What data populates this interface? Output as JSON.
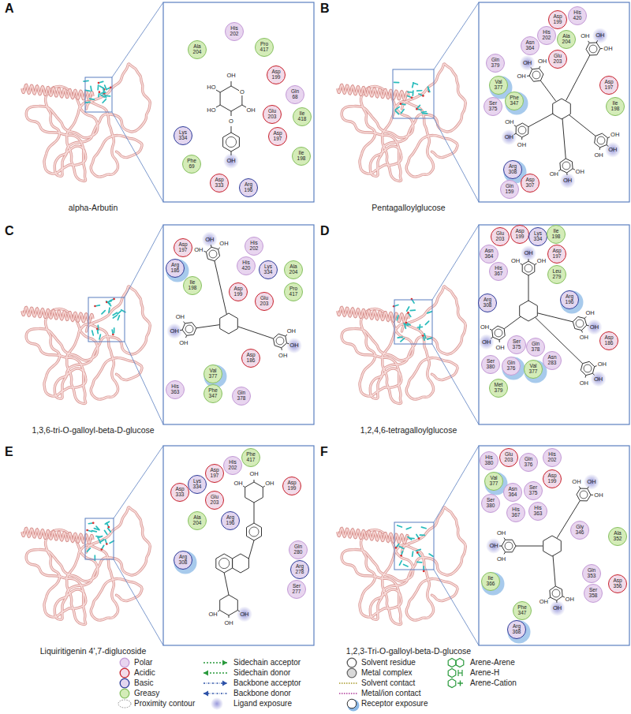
{
  "diagram": {
    "nodes": [
      {
        "text": [
          "His 202"
        ]
      },
      {
        "text": [
          "Ala 204"
        ]
      },
      {
        "text": [
          "Pro 417"
        ]
      },
      {
        "text": [
          "Asp 199"
        ]
      },
      {
        "text": [
          "Gln 68"
        ]
      },
      {
        "text": [
          "Glu 203"
        ]
      },
      {
        "text": [
          "Ile 418"
        ]
      },
      {
        "text": [
          "Asp 197"
        ]
      },
      {
        "text": [
          "Lys 334"
        ]
      },
      {
        "text": [
          "Ile 198"
        ]
      },
      {
        "text": [
          "Phe 69"
        ]
      },
      {
        "text": [
          "Asp 333"
        ]
      },
      {
        "text": [
          "Arg 196"
        ]
      },
      {
        "text": [
          "Asp 199"
        ]
      },
      {
        "text": [
          "His 420"
        ]
      },
      {
        "text": [
          "His 202"
        ]
      },
      {
        "text": [
          "Ala 204"
        ]
      },
      {
        "text": [
          "Asn 364"
        ]
      },
      {
        "text": [
          "Glu 203"
        ]
      },
      {
        "text": [
          "Gln 379"
        ]
      },
      {
        "text": [
          "Asp 197"
        ]
      },
      {
        "text": [
          "Val 377"
        ]
      },
      {
        "text": [
          "Phe 347"
        ]
      },
      {
        "text": [
          "Ser 375"
        ]
      },
      {
        "text": [
          "Ile 198"
        ]
      },
      {
        "text": [
          "Arg 308"
        ]
      },
      {
        "text": [
          "Asp 307"
        ]
      },
      {
        "text": [
          "Gln 159"
        ]
      },
      {
        "text": [
          "Asp 197"
        ]
      },
      {
        "text": [
          "His 202"
        ]
      },
      {
        "text": [
          "His 420"
        ]
      },
      {
        "text": [
          "Arg 186"
        ]
      },
      {
        "text": [
          "Lys 334"
        ]
      },
      {
        "text": [
          "Ala 204"
        ]
      },
      {
        "text": [
          "Ile 198"
        ]
      },
      {
        "text": [
          "Asp 199"
        ]
      },
      {
        "text": [
          "Pro 417"
        ]
      },
      {
        "text": [
          "Glu 203"
        ]
      },
      {
        "text": [
          "Asp 186"
        ]
      },
      {
        "text": [
          "Val 377"
        ]
      },
      {
        "text": [
          "His 363"
        ]
      },
      {
        "text": [
          "Phe 347"
        ]
      },
      {
        "text": [
          "Gln 378"
        ]
      },
      {
        "text": [
          "Glu 203"
        ]
      },
      {
        "text": [
          "Asp 199"
        ]
      },
      {
        "text": [
          "Lys 334"
        ]
      },
      {
        "text": [
          "Ile 198"
        ]
      },
      {
        "text": [
          "Asn 364"
        ]
      },
      {
        "text": [
          "Asp 197"
        ]
      },
      {
        "text": [
          "His 367"
        ]
      },
      {
        "text": [
          "Leu 279"
        ]
      },
      {
        "text": [
          "Arg 196"
        ]
      },
      {
        "text": [
          "Arg 308"
        ]
      },
      {
        "text": [
          "Asp 186"
        ]
      },
      {
        "text": [
          "Ser 375"
        ]
      },
      {
        "text": [
          "Gln 378"
        ]
      },
      {
        "text": [
          "Asn 283"
        ]
      },
      {
        "text": [
          "Ser 380"
        ]
      },
      {
        "text": [
          "Gln 376"
        ]
      },
      {
        "text": [
          "Val 377"
        ]
      },
      {
        "text": [
          "Met 379"
        ]
      },
      {
        "text": [
          "Phe 417"
        ]
      },
      {
        "text": [
          "His 202"
        ]
      },
      {
        "text": [
          "Asp 197"
        ]
      },
      {
        "text": [
          "Lys 334"
        ]
      },
      {
        "text": [
          "Asp 199"
        ]
      },
      {
        "text": [
          "Asp 333"
        ]
      },
      {
        "text": [
          "Glu 203"
        ]
      },
      {
        "text": [
          "Ala 204"
        ]
      },
      {
        "text": [
          "Arg 196"
        ]
      },
      {
        "text": [
          "Gln 280"
        ]
      },
      {
        "text": [
          "Arg 308"
        ]
      },
      {
        "text": [
          "Arg 278"
        ]
      },
      {
        "text": [
          "Ser 277"
        ]
      },
      {
        "text": [
          "His 380"
        ]
      },
      {
        "text": [
          "Glu 203"
        ]
      },
      {
        "text": [
          "Gln 376"
        ]
      },
      {
        "text": [
          "His 202"
        ]
      },
      {
        "text": [
          "Asp 199"
        ]
      },
      {
        "text": [
          "Val 377"
        ]
      },
      {
        "text": [
          "Asn 364"
        ]
      },
      {
        "text": [
          "Ser 375"
        ]
      },
      {
        "text": [
          "Ser 380"
        ]
      },
      {
        "text": [
          "His 367"
        ]
      },
      {
        "text": [
          "His 363"
        ]
      },
      {
        "text": [
          "Gly 346"
        ]
      },
      {
        "text": [
          "Ala 352"
        ]
      },
      {
        "text": [
          "Gln 353"
        ]
      },
      {
        "text": [
          "Ile 366"
        ]
      },
      {
        "text": [
          "Asp 356"
        ]
      },
      {
        "text": [
          "Ser 358"
        ]
      },
      {
        "text": [
          "Phe 347"
        ]
      },
      {
        "text": [
          "Arg 368"
        ]
      }
    ],
    "labels": [
      "A",
      "B",
      "C",
      "D",
      "E",
      "F",
      "alpha-Arbutin",
      "Pentagalloylglucose",
      "1,3,6-tri-O-galloyl-beta-D-glucose",
      "1,2,4,6-tetragalloylglucose",
      "Liquiritigenin 4',7-diglucoside",
      "1,2,3-Tri-O-galloyl-beta-D-glucose",
      "O",
      "OH",
      "HO",
      "HO",
      "OH",
      "O",
      "OH",
      "OH",
      "OH",
      "OH",
      "OH",
      "OH",
      "OH",
      "OH",
      "OH",
      "OH",
      "OH",
      "OH",
      "OH",
      "OH",
      "OH",
      "OH",
      "OH",
      "OH",
      "OH",
      "OH",
      "OH",
      "OH",
      "OH",
      "OH",
      "OH",
      "OH",
      "OH",
      "OH",
      "OH",
      "OH",
      "OH",
      "OH",
      "OH",
      "OH",
      "OH",
      "OH",
      "OH",
      "OH",
      "OH",
      "OH",
      "OH",
      "OH",
      "OH",
      "OH",
      "OH",
      "OH",
      "OH",
      "OH",
      "OH",
      "OH",
      "OH",
      "OH"
    ],
    "legend": [
      {
        "text": "Polar",
        "color": "#e8d5ef"
      },
      {
        "text": "Acidic",
        "color": "#f2dbe9"
      },
      {
        "text": "Basic",
        "color": "#e3d6ef"
      },
      {
        "text": "Greasy",
        "color": "#d4ecb8"
      },
      {
        "text": "Proximity contour"
      },
      {
        "text": "Sidechain acceptor"
      },
      {
        "text": "Sidechain donor"
      },
      {
        "text": "Backbone acceptor"
      },
      {
        "text": "Backbone donor"
      },
      {
        "text": "Ligand exposure"
      },
      {
        "text": "Solvent residue",
        "color": "#ffffff"
      },
      {
        "text": "Metal complex",
        "color": "#d9d9d9"
      },
      {
        "text": "Solvent contact"
      },
      {
        "text": "Metal/ion contact"
      },
      {
        "text": "Receptor exposure"
      },
      {
        "text": "Arene-Arene"
      },
      {
        "text": "Arene-H"
      },
      {
        "text": "Arene-Cation"
      }
    ]
  }
}
